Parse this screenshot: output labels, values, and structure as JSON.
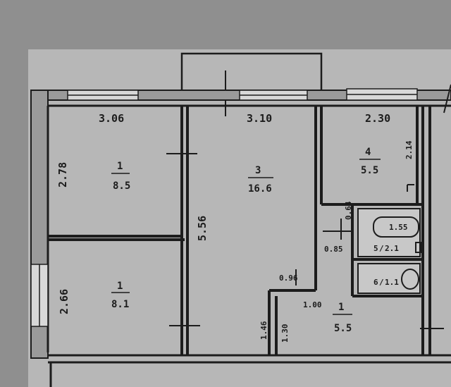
{
  "plan": {
    "colors": {
      "background": "#8f8f8f",
      "paper": "#b9b9b9",
      "wall": "#1c1c1c",
      "ink": "#1c1c1c"
    },
    "dimensions": {
      "room_left_top_width": "3.06",
      "room_left_top_height": "2.78",
      "room_left_bottom_height": "2.66",
      "room_center_width": "3.10",
      "room_center_height": "5.56",
      "kitchen_width": "2.30",
      "kitchen_height": "2.14",
      "bath_tub": "1.55",
      "toilet_depth": "0.64",
      "toilet_width": "0.85",
      "hall_door_a": "0.96",
      "hall_door_b": "1.00",
      "corridor_a": "1.46",
      "corridor_b": "1.30"
    },
    "rooms": {
      "room_top_left": {
        "number": "1",
        "area": "8.5"
      },
      "room_bottom_left": {
        "number": "1",
        "area": "8.1"
      },
      "room_center": {
        "number": "3",
        "area": "16.6"
      },
      "kitchen": {
        "number": "4",
        "area": "5.5"
      },
      "hall": {
        "number": "1",
        "area": "5.5"
      },
      "bathroom": {
        "number": "5",
        "area": "2.1"
      },
      "toilet": {
        "number": "6",
        "area": "1.1"
      }
    }
  }
}
